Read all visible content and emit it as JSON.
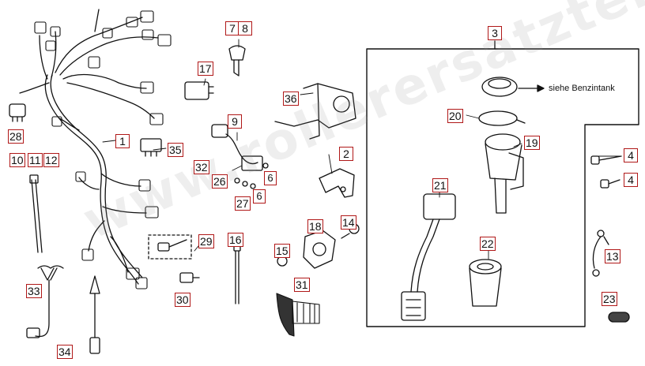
{
  "labels": {
    "p1": "1",
    "p2": "2",
    "p3": "3",
    "p4a": "4",
    "p4b": "4",
    "p6a": "6",
    "p6b": "6",
    "p7": "7",
    "p8": "8",
    "p9": "9",
    "p10": "10",
    "p11": "11",
    "p12": "12",
    "p13": "13",
    "p14": "14",
    "p15": "15",
    "p16": "16",
    "p17": "17",
    "p18": "18",
    "p19": "19",
    "p20": "20",
    "p21": "21",
    "p22": "22",
    "p23": "23",
    "p26": "26",
    "p27": "27",
    "p28": "28",
    "p29": "29",
    "p30": "30",
    "p31": "31",
    "p32": "32",
    "p33": "33",
    "p34": "34",
    "p35": "35",
    "p36": "36"
  },
  "note": "siehe Benzintank",
  "watermark": "www.rollerersatzteile.de",
  "colors": {
    "label_border": "#b01818",
    "line": "#111111",
    "watermark": "#969696"
  }
}
